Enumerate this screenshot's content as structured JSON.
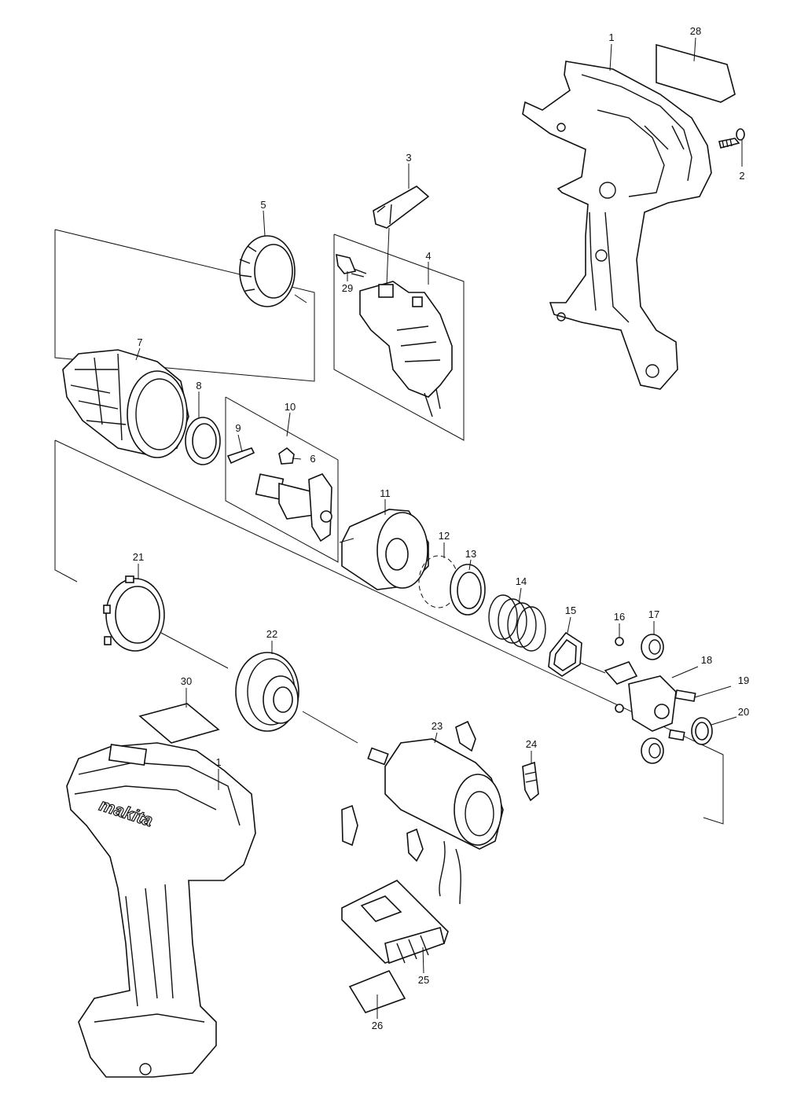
{
  "diagram": {
    "callouts": [
      {
        "id": "p1a",
        "label": "1"
      },
      {
        "id": "p28",
        "label": "28"
      },
      {
        "id": "p2",
        "label": "2"
      },
      {
        "id": "p3",
        "label": "3"
      },
      {
        "id": "p4",
        "label": "4"
      },
      {
        "id": "p29",
        "label": "29"
      },
      {
        "id": "p5",
        "label": "5"
      },
      {
        "id": "p7",
        "label": "7"
      },
      {
        "id": "p8",
        "label": "8"
      },
      {
        "id": "p10",
        "label": "10"
      },
      {
        "id": "p9",
        "label": "9"
      },
      {
        "id": "p6",
        "label": "6"
      },
      {
        "id": "p11",
        "label": "11"
      },
      {
        "id": "p12",
        "label": "12"
      },
      {
        "id": "p13",
        "label": "13"
      },
      {
        "id": "p14",
        "label": "14"
      },
      {
        "id": "p15",
        "label": "15"
      },
      {
        "id": "p16",
        "label": "16"
      },
      {
        "id": "p17",
        "label": "17"
      },
      {
        "id": "p18",
        "label": "18"
      },
      {
        "id": "p19",
        "label": "19"
      },
      {
        "id": "p20",
        "label": "20"
      },
      {
        "id": "p21",
        "label": "21"
      },
      {
        "id": "p22",
        "label": "22"
      },
      {
        "id": "p30",
        "label": "30"
      },
      {
        "id": "p1b",
        "label": "1"
      },
      {
        "id": "p23",
        "label": "23"
      },
      {
        "id": "p24",
        "label": "24"
      },
      {
        "id": "p25",
        "label": "25"
      },
      {
        "id": "p26",
        "label": "26"
      }
    ],
    "brand_text": "makita"
  }
}
